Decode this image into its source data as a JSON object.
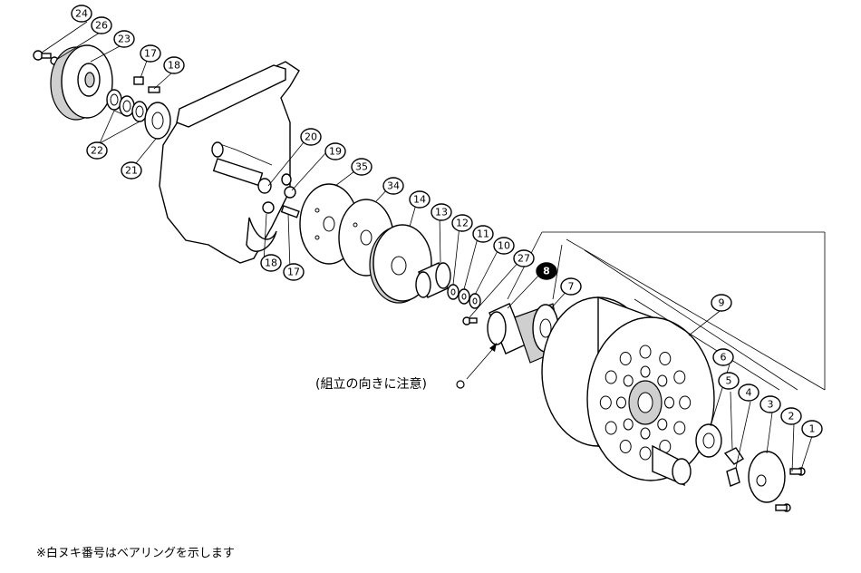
{
  "parts": [
    {
      "no": "24",
      "highlight": false
    },
    {
      "no": "26",
      "highlight": false
    },
    {
      "no": "23",
      "highlight": false
    },
    {
      "no": "17",
      "highlight": false
    },
    {
      "no": "18",
      "highlight": false
    },
    {
      "no": "22",
      "highlight": false
    },
    {
      "no": "21",
      "highlight": false
    },
    {
      "no": "20",
      "highlight": false
    },
    {
      "no": "19",
      "highlight": false
    },
    {
      "no": "35",
      "highlight": false
    },
    {
      "no": "34",
      "highlight": false
    },
    {
      "no": "14",
      "highlight": false
    },
    {
      "no": "13",
      "highlight": false
    },
    {
      "no": "12",
      "highlight": false
    },
    {
      "no": "11",
      "highlight": false
    },
    {
      "no": "10",
      "highlight": false
    },
    {
      "no": "27",
      "highlight": false
    },
    {
      "no": "8",
      "highlight": true
    },
    {
      "no": "7",
      "highlight": false
    },
    {
      "no": "18",
      "highlight": false
    },
    {
      "no": "17",
      "highlight": false
    },
    {
      "no": "9",
      "highlight": false
    },
    {
      "no": "6",
      "highlight": false
    },
    {
      "no": "5",
      "highlight": false
    },
    {
      "no": "4",
      "highlight": false
    },
    {
      "no": "3",
      "highlight": false
    },
    {
      "no": "2",
      "highlight": false
    },
    {
      "no": "1",
      "highlight": false
    }
  ],
  "annotation": "(組立の向きに注意)",
  "footnote": "※白ヌキ番号はベアリングを示します"
}
